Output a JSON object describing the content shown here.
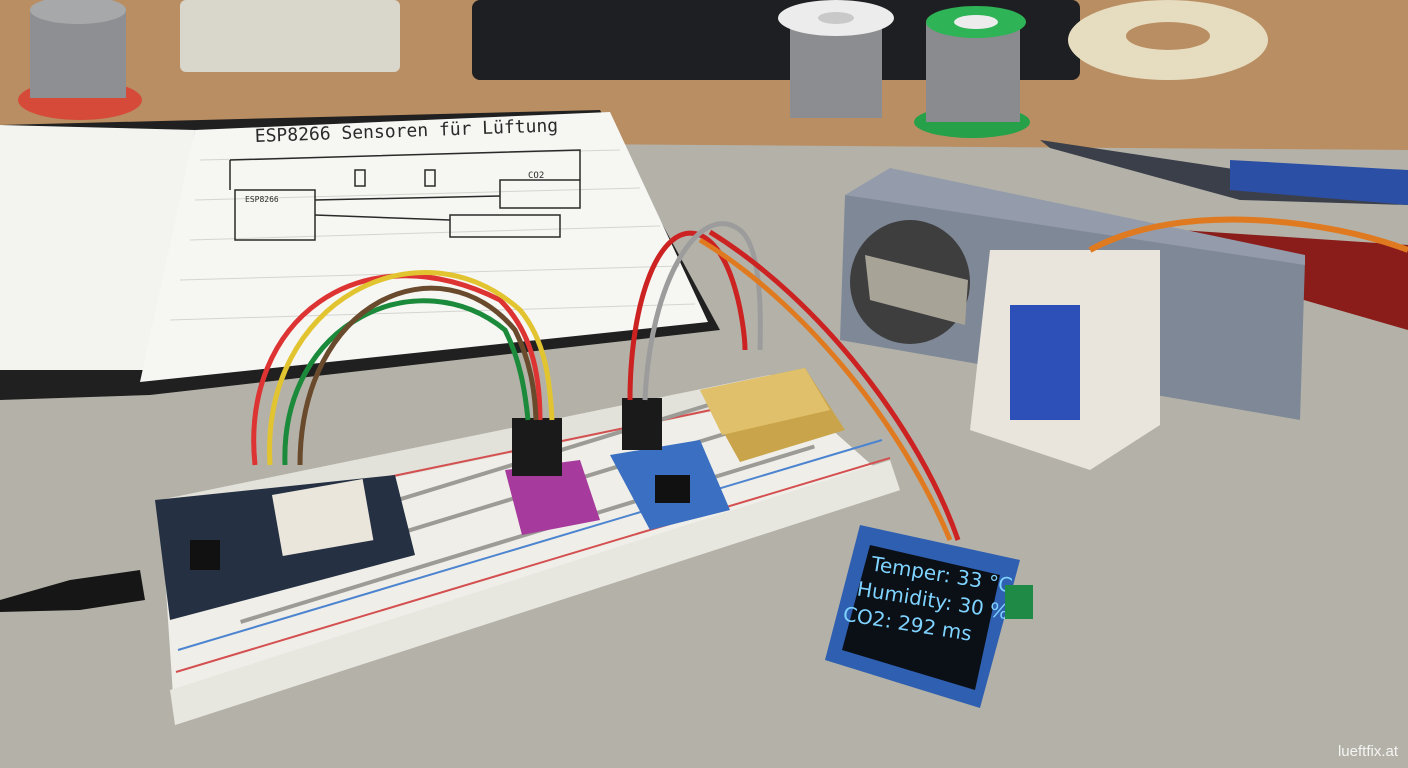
{
  "notebook": {
    "title": "ESP8266 Sensoren für Lüftung",
    "labels": {
      "mcu": "ESP8266",
      "co2": "CO2"
    }
  },
  "oled": {
    "line1": "Temper: 33 °C",
    "line2": "Humidity: 30 %",
    "line3": "CO2: 292 ms"
  },
  "watermark": "lueftfix.at",
  "colors": {
    "table": "#b7b5ab",
    "wood": "#b58c62",
    "breadboard": "#ecebe4",
    "oled_text": "#7fd3ff",
    "servo": "#2d4fb8",
    "housing": "#7e8796"
  }
}
